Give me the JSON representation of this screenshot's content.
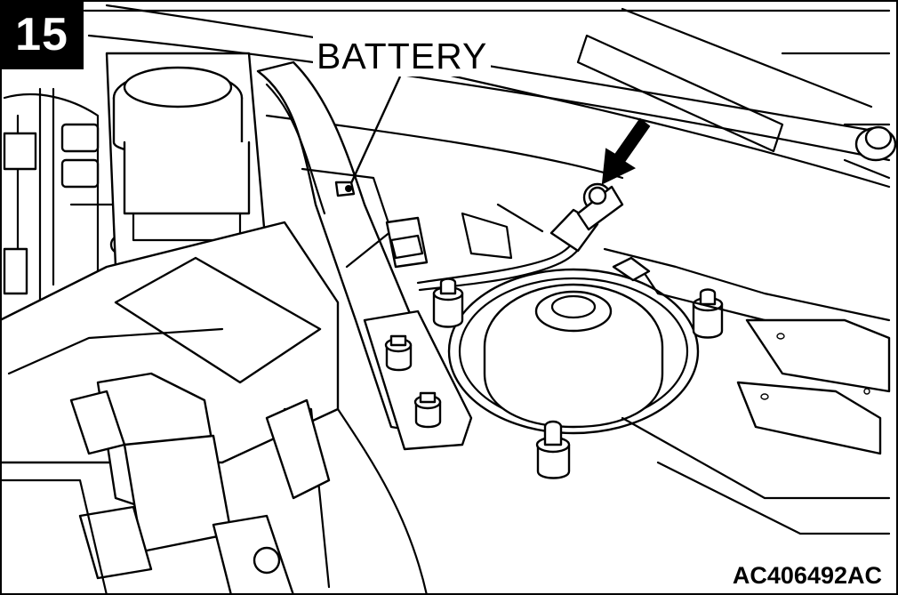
{
  "figure": {
    "step_number": "15",
    "callout": "BATTERY",
    "figure_code": "AC406492AC"
  }
}
